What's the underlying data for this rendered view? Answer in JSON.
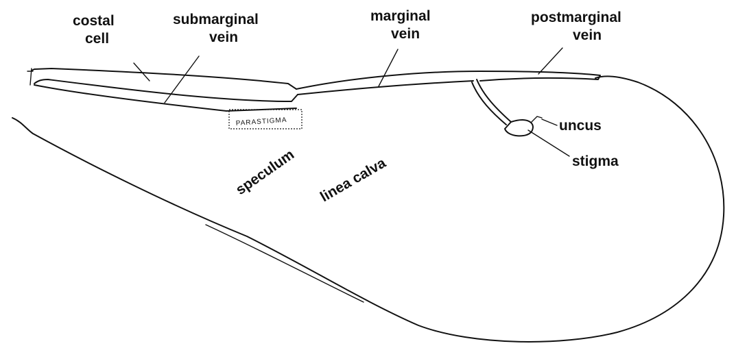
{
  "labels": {
    "costal_cell": [
      "costal",
      "cell"
    ],
    "submarginal_vein": [
      "submarginal",
      "vein"
    ],
    "marginal_vein": [
      "marginal",
      "vein"
    ],
    "postmarginal_vein": [
      "postmarginal",
      "vein"
    ],
    "parastigma": "PARASTIGMA",
    "speculum": "speculum",
    "linea_calva": "linea calva",
    "uncus": "uncus",
    "stigma": "stigma"
  }
}
